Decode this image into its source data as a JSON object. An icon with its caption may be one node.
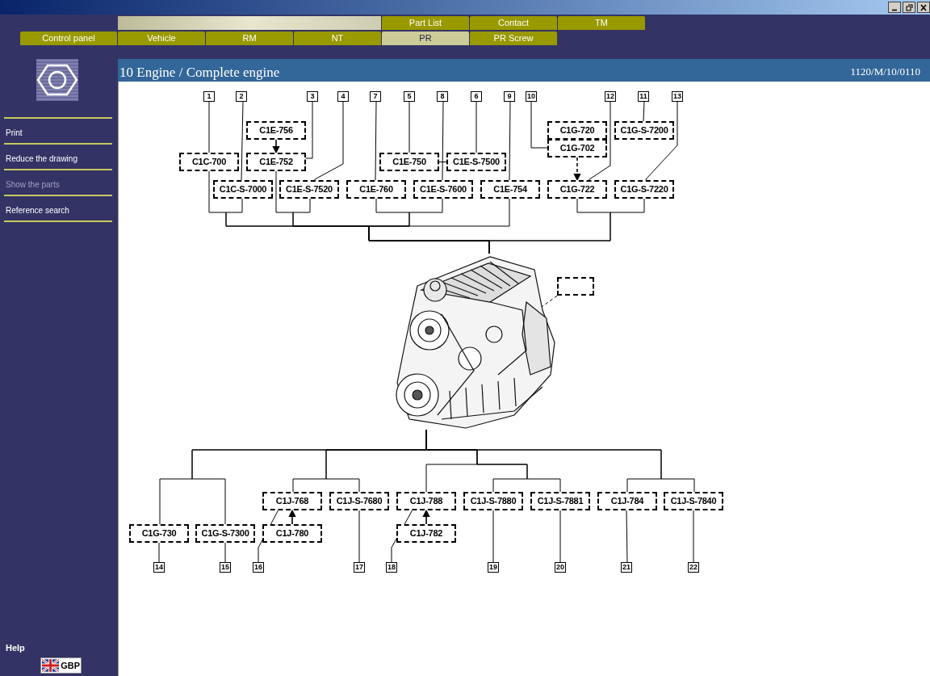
{
  "diagram": {
    "title": "10 Engine / Complete engine",
    "nodes": [
      {
        "text": [
          "1"
        ]
      },
      {
        "text": [
          "2"
        ]
      },
      {
        "text": [
          "3"
        ]
      },
      {
        "text": [
          "4"
        ]
      },
      {
        "text": [
          "7"
        ]
      },
      {
        "text": [
          "5"
        ]
      },
      {
        "text": [
          "8"
        ]
      },
      {
        "text": [
          "6"
        ]
      },
      {
        "text": [
          "9"
        ]
      },
      {
        "text": [
          "10"
        ]
      },
      {
        "text": [
          "12"
        ]
      },
      {
        "text": [
          "11"
        ]
      },
      {
        "text": [
          "13"
        ]
      },
      {
        "text": [
          "C1E-756"
        ]
      },
      {
        "text": [
          "C1G-720"
        ]
      },
      {
        "text": [
          "C1G-S-7200"
        ]
      },
      {
        "text": [
          "C1C-700"
        ]
      },
      {
        "text": [
          "C1E-752"
        ]
      },
      {
        "text": [
          "C1E-750"
        ]
      },
      {
        "text": [
          "C1E-S-7500"
        ]
      },
      {
        "text": [
          "C1G-702"
        ]
      },
      {
        "text": [
          "C1C-S-7000"
        ]
      },
      {
        "text": [
          "C1E-S-7520"
        ]
      },
      {
        "text": [
          "C1E-760"
        ]
      },
      {
        "text": [
          "C1E-S-7600"
        ]
      },
      {
        "text": [
          "C1E-754"
        ]
      },
      {
        "text": [
          "C1G-722"
        ]
      },
      {
        "text": [
          "C1G-S-7220"
        ]
      },
      {
        "text": [],
        "shape": "box"
      },
      {
        "text": [],
        "shape": "picture"
      },
      {
        "text": [
          "C1J-768"
        ]
      },
      {
        "text": [
          "C1J-S-7680"
        ]
      },
      {
        "text": [
          "C1J-788"
        ]
      },
      {
        "text": [
          "C1J-S-7880"
        ]
      },
      {
        "text": [
          "C1J-S-7881"
        ]
      },
      {
        "text": [
          "C1J-784"
        ]
      },
      {
        "text": [
          "C1J-S-7840"
        ]
      },
      {
        "text": [
          "C1G-730"
        ]
      },
      {
        "text": [
          "C1G-S-7300"
        ]
      },
      {
        "text": [
          "C1J-780"
        ]
      },
      {
        "text": [
          "C1J-782"
        ]
      },
      {
        "text": [
          "14"
        ]
      },
      {
        "text": [
          "15"
        ]
      },
      {
        "text": [
          "16"
        ]
      },
      {
        "text": [
          "17"
        ]
      },
      {
        "text": [
          "18"
        ]
      },
      {
        "text": [
          "19"
        ]
      },
      {
        "text": [
          "20"
        ]
      },
      {
        "text": [
          "21"
        ]
      },
      {
        "text": [
          "22"
        ]
      }
    ],
    "edges": [
      {
        "from": 16,
        "to": 29,
        "arrow": "none"
      },
      {
        "from": 21,
        "to": 29,
        "arrow": "none"
      },
      {
        "from": 17,
        "to": 29,
        "arrow": "none"
      },
      {
        "from": 22,
        "to": 29,
        "arrow": "none"
      },
      {
        "from": 23,
        "to": 29,
        "arrow": "none"
      },
      {
        "from": 24,
        "to": 29,
        "arrow": "none"
      },
      {
        "from": 25,
        "to": 29,
        "arrow": "none"
      },
      {
        "from": 26,
        "to": 29,
        "arrow": "none"
      },
      {
        "from": 27,
        "to": 29,
        "arrow": "none"
      },
      {
        "from": 29,
        "to": 37,
        "arrow": "none"
      },
      {
        "from": 29,
        "to": 38,
        "arrow": "none"
      },
      {
        "from": 29,
        "to": 30,
        "arrow": "none"
      },
      {
        "from": 29,
        "to": 31,
        "arrow": "none"
      },
      {
        "from": 29,
        "to": 32,
        "arrow": "none"
      },
      {
        "from": 29,
        "to": 33,
        "arrow": "none"
      },
      {
        "from": 29,
        "to": 34,
        "arrow": "none"
      },
      {
        "from": 29,
        "to": 35,
        "arrow": "none"
      },
      {
        "from": 29,
        "to": 36,
        "arrow": "none"
      },
      {
        "from": 13,
        "to": 17,
        "arrow": "to"
      },
      {
        "from": 20,
        "to": 26,
        "arrow": "to",
        "style": "dashed"
      },
      {
        "from": 39,
        "to": 30,
        "arrow": "to"
      },
      {
        "from": 40,
        "to": 32,
        "arrow": "to"
      },
      {
        "from": 18,
        "to": 19,
        "arrow": "none"
      },
      {
        "from": 28,
        "to": 29,
        "arrow": "none",
        "style": "dashed"
      },
      {
        "from": 0,
        "to": 16,
        "arrow": "none"
      },
      {
        "from": 1,
        "to": 21,
        "arrow": "none"
      },
      {
        "from": 2,
        "to": 17,
        "arrow": "none"
      },
      {
        "from": 3,
        "to": 22,
        "arrow": "none"
      },
      {
        "from": 4,
        "to": 23,
        "arrow": "none"
      },
      {
        "from": 5,
        "to": 18,
        "arrow": "none"
      },
      {
        "from": 6,
        "to": 24,
        "arrow": "none"
      },
      {
        "from": 7,
        "to": 19,
        "arrow": "none"
      },
      {
        "from": 8,
        "to": 25,
        "arrow": "none"
      },
      {
        "from": 9,
        "to": 20,
        "arrow": "none"
      },
      {
        "from": 10,
        "to": 26,
        "arrow": "none"
      },
      {
        "from": 11,
        "to": 15,
        "arrow": "none"
      },
      {
        "from": 12,
        "to": 27,
        "arrow": "none"
      },
      {
        "from": 41,
        "to": 37,
        "arrow": "none"
      },
      {
        "from": 42,
        "to": 38,
        "arrow": "none"
      },
      {
        "from": 43,
        "to": 30,
        "arrow": "none"
      },
      {
        "from": 44,
        "to": 31,
        "arrow": "none"
      },
      {
        "from": 45,
        "to": 32,
        "arrow": "none"
      },
      {
        "from": 46,
        "to": 33,
        "arrow": "none"
      },
      {
        "from": 47,
        "to": 34,
        "arrow": "none"
      },
      {
        "from": 48,
        "to": 35,
        "arrow": "none"
      },
      {
        "from": 49,
        "to": 36,
        "arrow": "none"
      }
    ],
    "labels": [
      "Part List",
      "Contact",
      "TM",
      "Control panel",
      "Vehicle",
      "RM",
      "NT",
      "PR",
      "PR Screw",
      "1120/M/10/0110",
      "Print",
      "Reduce the drawing",
      "Show the parts",
      "Reference search",
      "Help",
      "GBP"
    ]
  }
}
